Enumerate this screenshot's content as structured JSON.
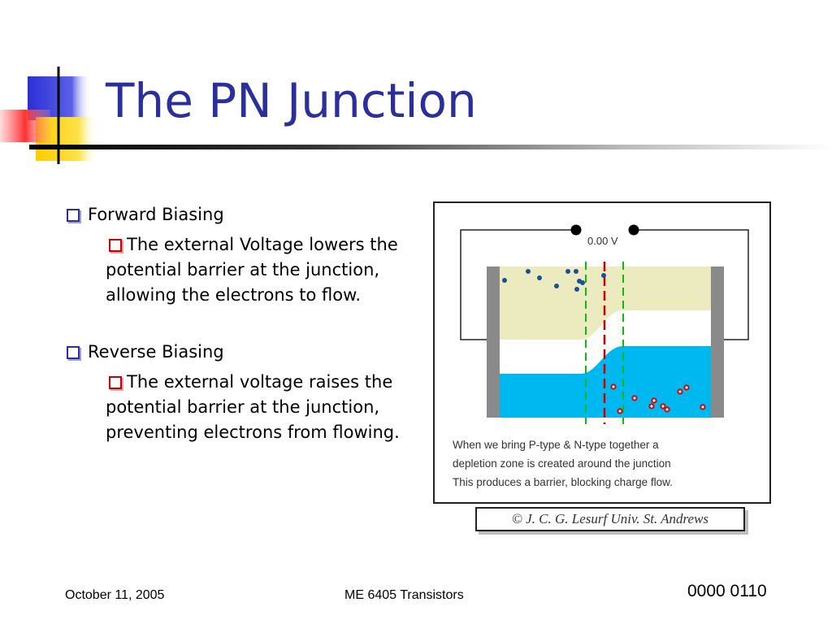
{
  "slide": {
    "title": "The PN Junction",
    "bullets": [
      {
        "label": "Forward Biasing",
        "sub": "The external Voltage lowers the potential barrier at the junction, allowing the electrons to flow."
      },
      {
        "label": "Reverse Biasing",
        "sub": "The external voltage raises the potential barrier at the junction, preventing electrons from flowing."
      }
    ],
    "diagram": {
      "voltage_label": "0.00 V",
      "caption": [
        "When we bring P-type & N-type together a",
        "depletion zone is created around the junction",
        "This produces a barrier, blocking charge flow."
      ],
      "credit": "© J. C. G. Lesurf  Univ. St. Andrews"
    },
    "colors": {
      "title": "#2a2f9d",
      "p_region": "#ecebc0",
      "n_region": "#00b8f0",
      "electrons": "#1a4f9c",
      "holes": "#d40000",
      "junction_line": "#d00000",
      "depletion_lines": "#12b812"
    },
    "footer": {
      "date": "October 11, 2005",
      "course": "ME 6405 Transistors",
      "slide_number": "0000 0110"
    }
  }
}
